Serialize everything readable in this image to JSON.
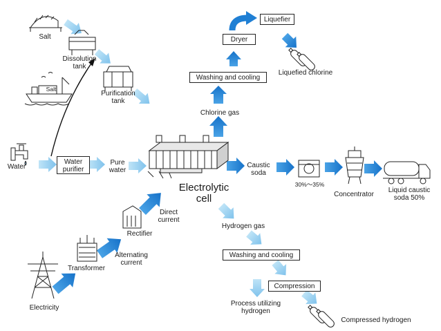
{
  "labels": {
    "salt": "Salt",
    "salt_ship": "Salt",
    "dissolution": "Dissolution\ntank",
    "purification": "Purification\ntank",
    "water": "Water",
    "pure_water": "Pure\nwater",
    "electrolytic_cell": "Electrolytic\ncell",
    "chlorine_gas": "Chlorine gas",
    "liquefied_chlorine": "Liquefied chlorine",
    "caustic_soda": "Caustic\nsoda",
    "concentration_range": "30%～35%",
    "concentrator": "Concentrator",
    "liquid_caustic": "Liquid caustic\nsoda 50%",
    "hydrogen_gas": "Hydrogen gas",
    "process_hydrogen": "Process utilizing\nhydrogen",
    "compressed_hydrogen": "Compressed hydrogen",
    "direct_current": "Direct\ncurrent",
    "rectifier": "Rectifier",
    "alternating_current": "Alternating\ncurrent",
    "transformer": "Transformer",
    "electricity": "Electricity"
  },
  "boxes": {
    "water_purifier": "Water\npurifier",
    "dryer": "Dryer",
    "liquefier": "Liquefier",
    "washing_cooling_top": "Washing and cooling",
    "washing_cooling_bottom": "Washing and cooling",
    "compression": "Compression"
  },
  "colors": {
    "arrow_blue": "#1f7fd4",
    "arrow_light": "#8fcbef",
    "outline": "#222222"
  }
}
